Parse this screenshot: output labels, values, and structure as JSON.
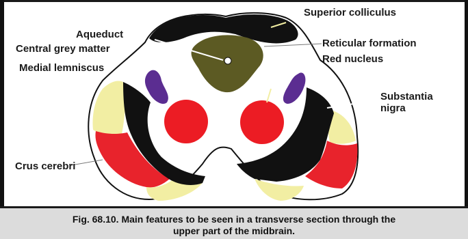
{
  "labels": {
    "superior_colliculus": "Superior colliculus",
    "aqueduct": "Aqueduct",
    "central_grey_matter": "Central grey matter",
    "reticular_formation": "Reticular formation",
    "red_nucleus": "Red nucleus",
    "medial_lemniscus": "Medial lemniscus",
    "substantia_nigra": "Substantia\nnigra",
    "crus_cerebri": "Crus cerebri"
  },
  "caption": {
    "line1": "Fig. 68.10. Main features to be seen in a transverse section through the",
    "line2": "upper part of the midbrain."
  },
  "colors": {
    "outline": "#111111",
    "superior_colliculus": "#111111",
    "central_grey_matter": "#5c5a23",
    "red_nucleus": "#ec1c24",
    "medial_lemniscus": "#5b2d91",
    "substantia_nigra": "#111111",
    "crus_cerebri_red": "#e8232c",
    "crus_cerebri_yellow": "#f2eea3"
  }
}
